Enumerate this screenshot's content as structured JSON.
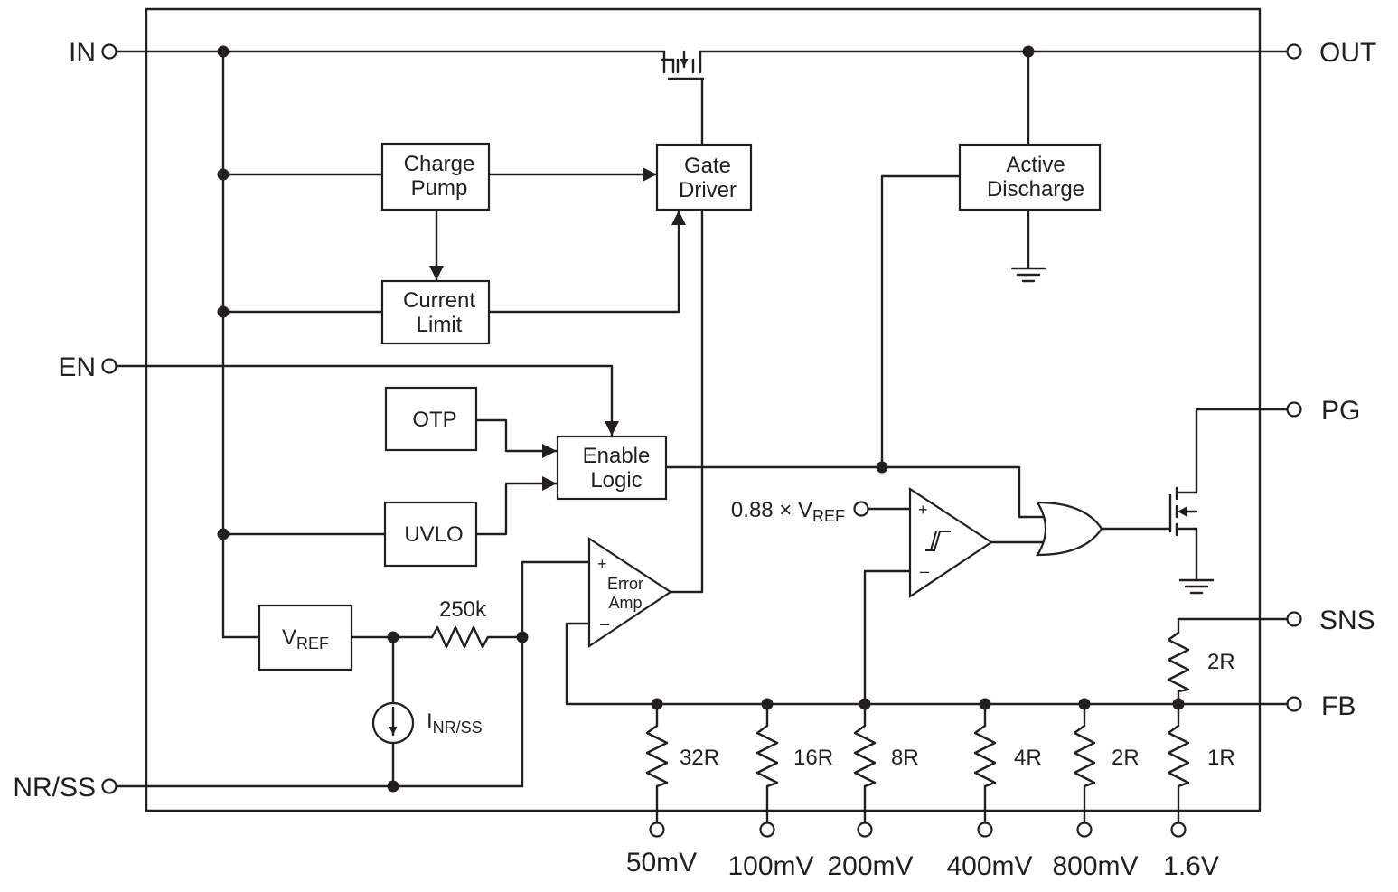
{
  "pins": {
    "in": "IN",
    "en": "EN",
    "nr_ss": "NR/SS",
    "out": "OUT",
    "pg": "PG",
    "sns": "SNS",
    "fb": "FB"
  },
  "blocks": {
    "charge_pump": [
      "Charge",
      "Pump"
    ],
    "current_limit": [
      "Current",
      "Limit"
    ],
    "gate_driver": [
      "Gate",
      "Driver"
    ],
    "active_discharge": [
      "Active",
      "Discharge"
    ],
    "otp": "OTP",
    "uvlo": "UVLO",
    "enable_logic": [
      "Enable",
      "Logic"
    ],
    "vref": {
      "main": "V",
      "sub": "REF"
    }
  },
  "error_amp": {
    "line1": "Error",
    "line2": "Amp",
    "plus": "+",
    "minus": "–"
  },
  "comparator": {
    "plus": "+",
    "minus": "–"
  },
  "threshold": {
    "prefix": "0.88 × V",
    "sub": "REF"
  },
  "resistor_250k": "250k",
  "current_source": {
    "main": "I",
    "sub": "NR/SS"
  },
  "ladder": {
    "resistors": [
      "32R",
      "16R",
      "8R",
      "4R",
      "2R",
      "1R"
    ],
    "top_resistor": "2R",
    "taps": [
      "50mV",
      "100mV",
      "200mV",
      "400mV",
      "800mV",
      "1.6V"
    ]
  }
}
